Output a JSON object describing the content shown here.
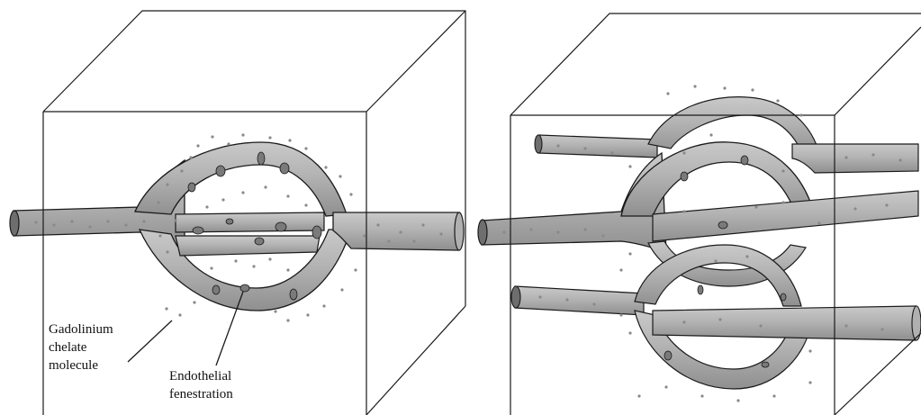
{
  "labels": {
    "gadolinium": [
      "Gadolinium",
      "chelate",
      "molecule"
    ],
    "endothelial": [
      "Endothelial",
      "fenestration"
    ]
  },
  "colors": {
    "line": "#1a1a1a",
    "vessel_fill": "#a9a9a9",
    "vessel_highlight": "#d6d6d6",
    "fenestration": "#7a7a7a",
    "dot": "#8a8a8a"
  }
}
